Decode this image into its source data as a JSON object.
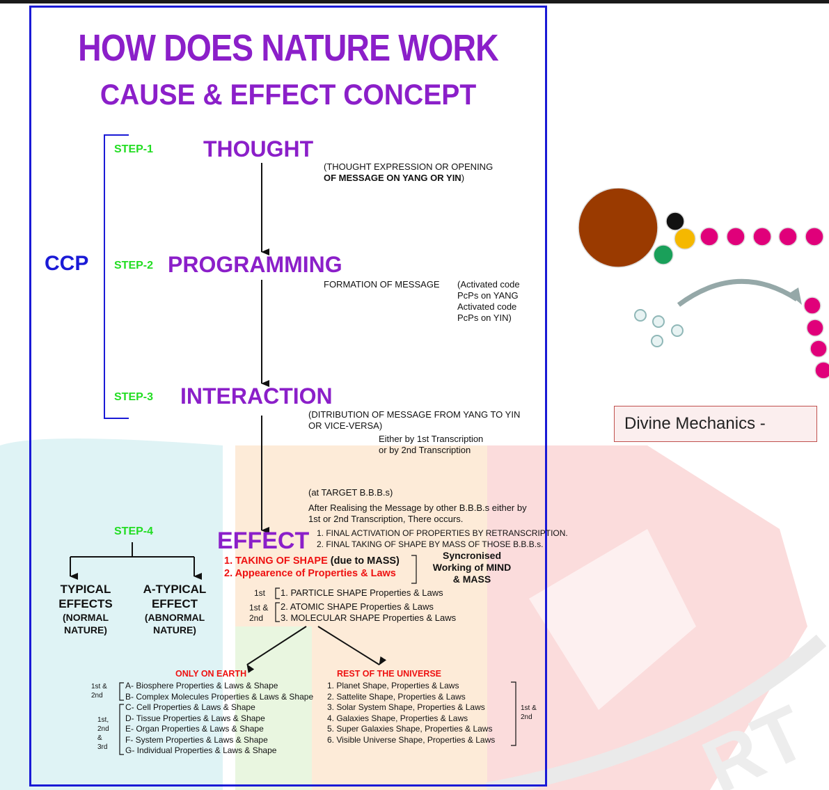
{
  "title": "HOW DOES NATURE WORK",
  "subtitle": "CAUSE & EFFECT CONCEPT",
  "ccp_label": "CCP",
  "steps": [
    {
      "label": "STEP-1",
      "name": "THOUGHT",
      "notes": [
        "(THOUGHT EXPRESSION OR OPENING",
        "OF MESSAGE ON YANG OR YIN",
        ")"
      ]
    },
    {
      "label": "STEP-2",
      "name": "PROGRAMMING",
      "notes": [
        "FORMATION OF MESSAGE",
        "(Activated code",
        "PcPs on YANG",
        "Activated code",
        "PcPs on YIN)"
      ]
    },
    {
      "label": "STEP-3",
      "name": "INTERACTION",
      "notes": [
        "(DITRIBUTION OF MESSAGE FROM YANG TO YIN",
        "OR VICE-VERSA)",
        "Either by 1st Transcription",
        "or by 2nd Transcription"
      ]
    }
  ],
  "target_notes": [
    "(at TARGET B.B.B.s)",
    "After Realising the Message by other B.B.B.s either by",
    "1st or 2nd Transcription, There occurs."
  ],
  "step4": {
    "label": "STEP-4",
    "typical": [
      "TYPICAL",
      "EFFECTS",
      "(NORMAL",
      "NATURE)"
    ],
    "atypical": [
      "A-TYPICAL",
      "EFFECT",
      "(ABNORMAL",
      "NATURE)"
    ]
  },
  "effect": {
    "title": "EFFECT",
    "lines": [
      "1. FINAL ACTIVATION OF PROPERTIES BY RETRANSCRIPTION.",
      "2. FINAL TAKING OF SHAPE BY MASS OF THOSE B.B.B.s."
    ],
    "red1": "1. TAKING OF SHAPE",
    "due": " (due to MASS)",
    "red2": "2. Appearence of Properties & Laws",
    "sync": [
      "Syncronised",
      "Working of MIND",
      "& MASS"
    ]
  },
  "shapes": {
    "l1": "1st",
    "l2a": "1st &",
    "l2b": "2nd",
    "items": [
      "1. PARTICLE SHAPE Properties & Laws",
      "2. ATOMIC SHAPE Properties & Laws",
      "3. MOLECULAR SHAPE Properties & Laws"
    ]
  },
  "earth": {
    "title": "ONLY ON EARTH",
    "labels": [
      "1st &",
      "2nd",
      "1st,",
      "2nd",
      "&",
      "3rd"
    ],
    "items": [
      "A- Biosphere Properties & Laws & Shape",
      "B- Complex Molecules Properties & Laws & Shape",
      "C- Cell Properties & Laws & Shape",
      "D- Tissue Properties & Laws & Shape",
      "E- Organ Properties & Laws & Shape",
      "F- System Properties & Laws & Shape",
      "G- Individual Properties & Laws & Shape"
    ]
  },
  "universe": {
    "title": "REST OF THE UNIVERSE",
    "labels": [
      "1st &",
      "2nd"
    ],
    "items": [
      "1. Planet Shape, Properties & Laws",
      "2. Sattelite Shape, Properties & Laws",
      "3. Solar System Shape, Properties & Laws",
      "4. Galaxies Shape, Properties & Laws",
      "5. Super Galaxies Shape, Properties & Laws",
      "6. Visible Universe Shape, Properties & Laws"
    ]
  },
  "divine_label": "Divine Mechanics -",
  "watermark_text": "RT",
  "colors": {
    "purple": "#8b1fc9",
    "green": "#22dd22",
    "blue": "#1a1ad6",
    "red": "#ee1111",
    "brown": "#9a3a00",
    "magenta": "#e0007a",
    "yellow": "#f5b800",
    "teal_green": "#1aa05a"
  }
}
